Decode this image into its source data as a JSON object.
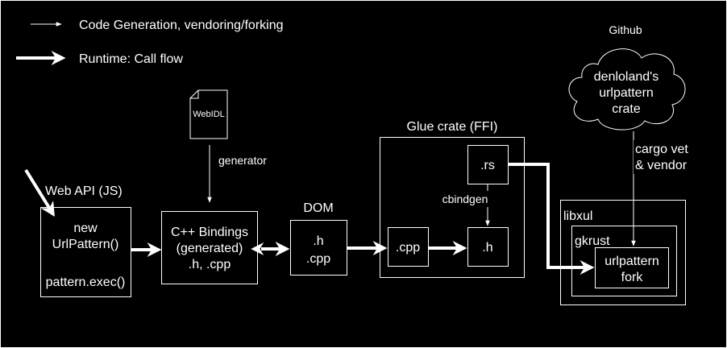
{
  "legend": {
    "codegen": "Code Generation, vendoring/forking",
    "runtime": "Runtime: Call flow"
  },
  "github": {
    "label": "Github",
    "cloud_lines": [
      "denloland's",
      "urlpattern",
      "crate"
    ]
  },
  "webidl": {
    "label": "WebIDL"
  },
  "edges": {
    "generator": "generator",
    "cargo_vet_lines": [
      "cargo vet",
      "& vendor"
    ],
    "cbindgen": "cbindgen"
  },
  "web_api": {
    "title": "Web API (JS)",
    "lines": [
      "new",
      "UrlPattern()",
      "",
      "pattern.exec()"
    ]
  },
  "cpp_bindings": {
    "lines": [
      "C++ Bindings",
      "(generated)",
      ".h, .cpp"
    ]
  },
  "dom": {
    "title": "DOM",
    "lines": [
      ".h",
      ".cpp"
    ]
  },
  "glue": {
    "title": "Glue crate (FFI)",
    "rs": ".rs",
    "h": ".h",
    "cpp": ".cpp"
  },
  "libxul": {
    "title": "libxul",
    "gkrust": "gkrust",
    "fork_lines": [
      "urlpattern",
      "fork"
    ]
  },
  "colors": {
    "background": "#000000",
    "foreground": "#ffffff"
  }
}
